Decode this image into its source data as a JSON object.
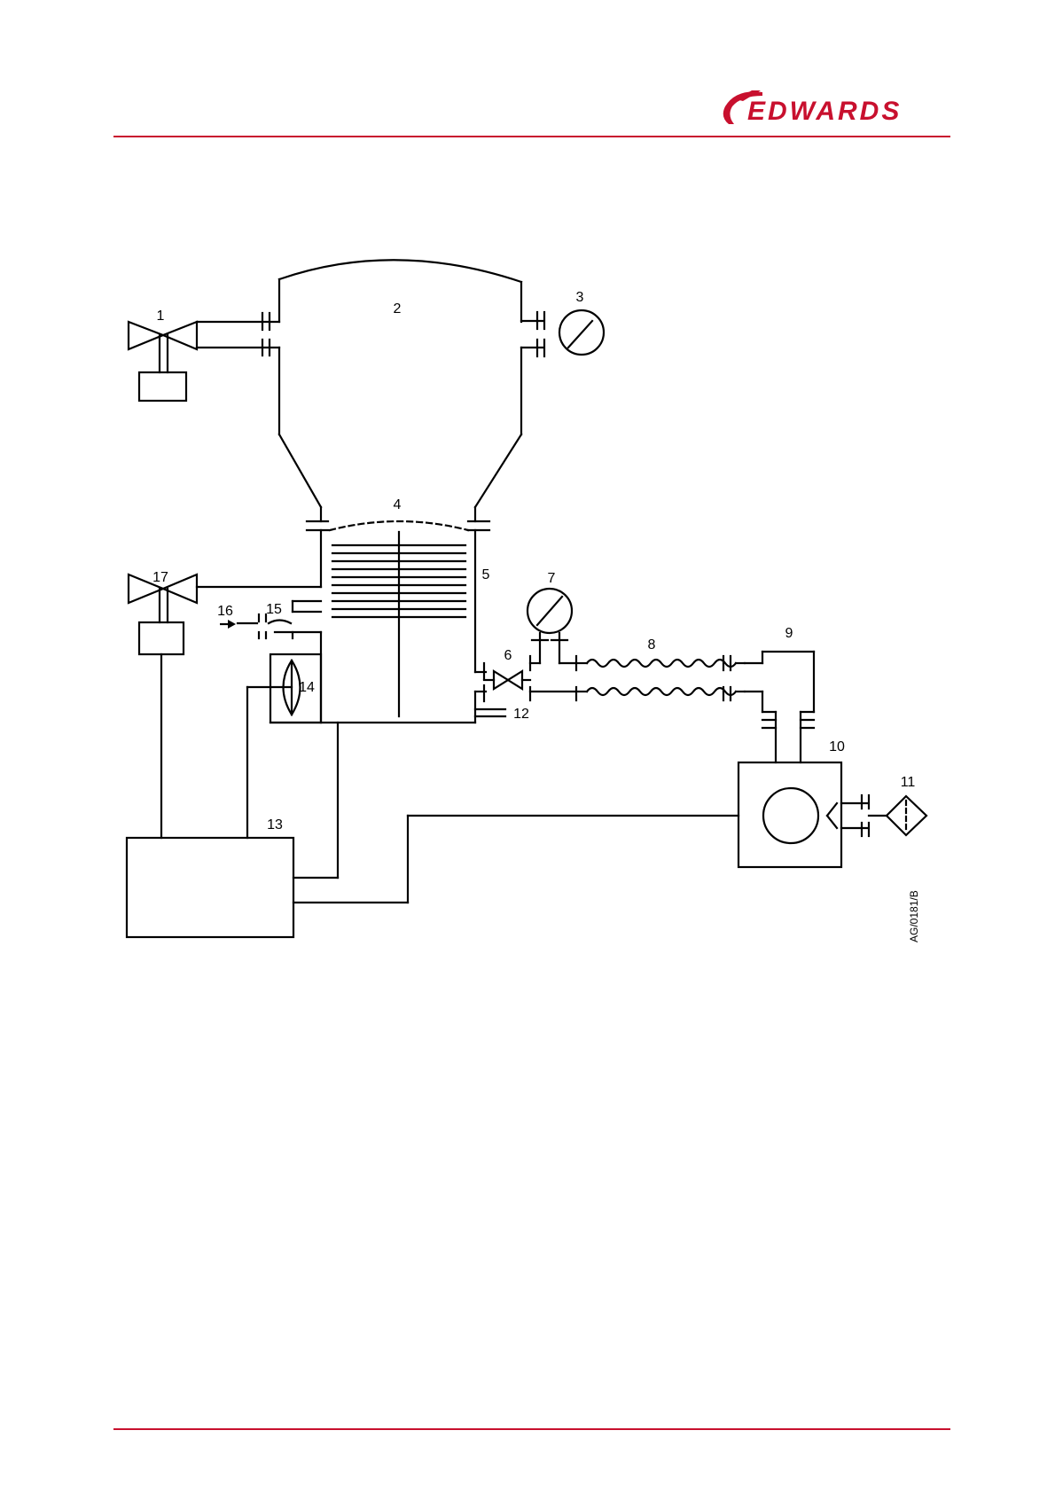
{
  "header": {
    "logo_text": "EDWARDS"
  },
  "diagram": {
    "labels": {
      "l1": "1",
      "l2": "2",
      "l3": "3",
      "l4": "4",
      "l5": "5",
      "l6": "6",
      "l7": "7",
      "l8": "8",
      "l9": "9",
      "l10": "10",
      "l11": "11",
      "l12": "12",
      "l13": "13",
      "l14": "14",
      "l15": "15",
      "l16": "16",
      "l17": "17"
    },
    "figure_ref": "AG/0181/B"
  },
  "colors": {
    "brand": "#c8102e",
    "line": "#000000"
  }
}
